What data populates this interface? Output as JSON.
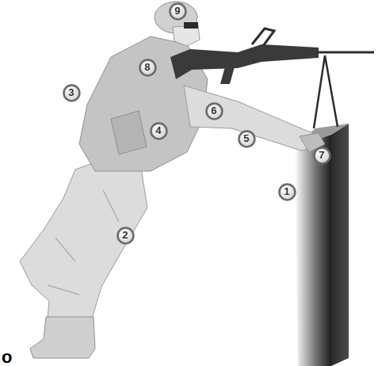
{
  "diagram": {
    "nodes": [
      {
        "text": [
          "9"
        ]
      },
      {
        "text": [
          "8"
        ]
      },
      {
        "text": [
          "3"
        ]
      },
      {
        "text": [
          "6"
        ]
      },
      {
        "text": [
          "4"
        ]
      },
      {
        "text": [
          "5"
        ]
      },
      {
        "text": [
          "7"
        ]
      },
      {
        "text": [
          "1"
        ]
      },
      {
        "text": [
          "2"
        ]
      }
    ],
    "labels": [
      "o"
    ]
  }
}
